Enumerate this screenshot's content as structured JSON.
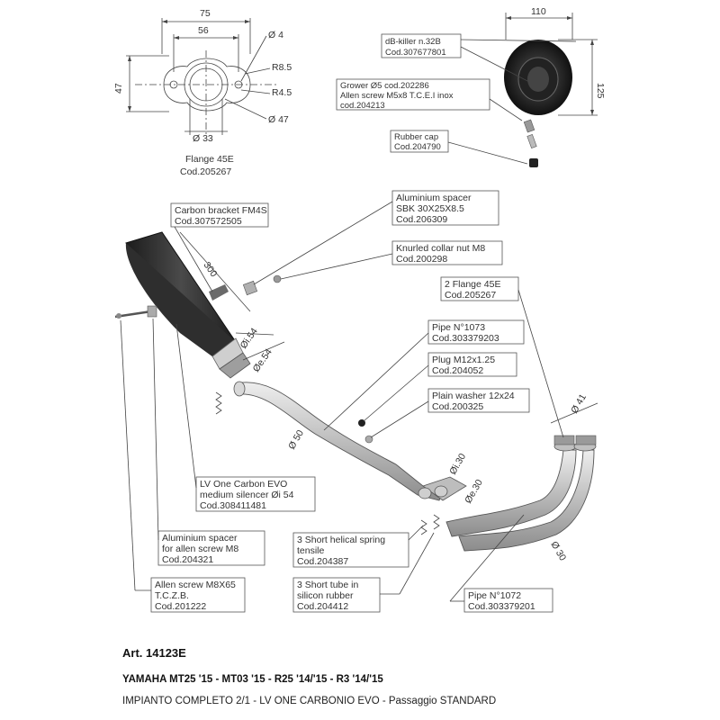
{
  "flange": {
    "dims": {
      "width_75": "75",
      "width_56": "56",
      "height_47": "47",
      "hole_4": "Ø 4",
      "r85": "R8.5",
      "r45": "R4.5",
      "bore_47": "Ø 47",
      "bore_33": "Ø 33"
    },
    "name": "Flange 45E",
    "code": "Cod.205267"
  },
  "endcap": {
    "dims": {
      "width_110": "110",
      "height_125": "125"
    },
    "dbkiller": {
      "name": "dB-killer n.32B",
      "code": "Cod.307677801"
    },
    "grower": {
      "line1": "Grower Ø5 cod.202286",
      "line2": "Allen screw M5x8 T.C.E.I inox",
      "line3": "cod.204213"
    },
    "rubber_cap": {
      "name": "Rubber cap",
      "code": "Cod.204790"
    }
  },
  "labels": {
    "carbon_bracket": {
      "line1": "Carbon bracket FM4S",
      "line2": "Cod.307572505"
    },
    "alu_spacer_sbk": {
      "line1": "Aluminium spacer",
      "line2": "SBK 30X25X8.5",
      "line3": "Cod.206309"
    },
    "knurled_nut": {
      "line1": "Knurled collar nut M8",
      "line2": "Cod.200298"
    },
    "flange_2": {
      "line1": "2 Flange 45E",
      "line2": "Cod.205267"
    },
    "pipe_1073": {
      "line1": "Pipe N°1073",
      "line2": "Cod.303379203"
    },
    "plug": {
      "line1": "Plug M12x1.25",
      "line2": "Cod.204052"
    },
    "washer": {
      "line1": "Plain washer 12x24",
      "line2": "Cod.200325"
    },
    "silencer": {
      "line1": "LV One Carbon EVO",
      "line2": "medium silencer Øi 54",
      "line3": "Cod.308411481"
    },
    "alu_spacer_allen": {
      "line1": "Aluminium spacer",
      "line2": "for allen screw M8",
      "line3": "Cod.204321"
    },
    "allen_screw": {
      "line1": "Allen screw M8X65",
      "line2": "T.C.Z.B.",
      "line3": "Cod.201222"
    },
    "springs": {
      "line1": "3 Short helical spring",
      "line2": "tensile",
      "line3": "Cod.204387"
    },
    "tubes": {
      "line1": "3 Short tube in",
      "line2": "silicon rubber",
      "line3": "Cod.204412"
    },
    "pipe_1072": {
      "line1": "Pipe N°1072",
      "line2": "Cod.303379201"
    }
  },
  "dims": {
    "len_300": "300",
    "dia_154": "Øi.54",
    "dia_e54": "Øe.54",
    "dia_50": "Ø 50",
    "dia_130": "Øi.30",
    "dia_e30": "Øe.30",
    "dia_30": "Ø 30",
    "dia_41": "Ø 41"
  },
  "footer": {
    "article": "Art. 14123E",
    "model": "YAMAHA MT25 '15 - MT03 '15 - R25 '14/'15 - R3 '14/'15",
    "system": "IMPIANTO COMPLETO 2/1 - LV ONE CARBONIO EVO - Passaggio STANDARD"
  },
  "colors": {
    "line": "#444444",
    "carbon": "#2b2b2b",
    "steel": "#c9c9c9",
    "text": "#333333"
  }
}
